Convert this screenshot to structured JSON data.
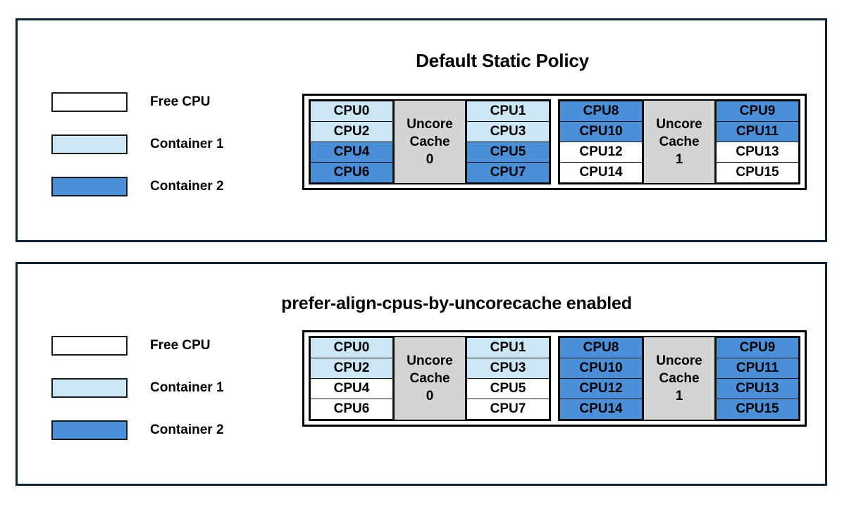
{
  "legend": {
    "items": [
      {
        "label": "Free CPU",
        "swatch": "free",
        "color": "#ffffff"
      },
      {
        "label": "Container 1",
        "swatch": "c1",
        "color": "#cbe7f5"
      },
      {
        "label": "Container 2",
        "swatch": "c2",
        "color": "#4a90d9"
      }
    ]
  },
  "colors": {
    "free_cpu": "#ffffff",
    "container_1": "#cbe7f5",
    "container_2": "#4a90d9",
    "uncore_cache": "#d4d4d4",
    "panel_border": "#0d2436",
    "cell_border": "#111111"
  },
  "panels": [
    {
      "id": "default-static-policy",
      "title": "Default Static Policy",
      "cache_groups": [
        {
          "cache_name_line1": "Uncore",
          "cache_name_line2": "Cache",
          "cache_index": "0",
          "left_column": [
            {
              "label": "CPU0",
              "state": "c1"
            },
            {
              "label": "CPU2",
              "state": "c1"
            },
            {
              "label": "CPU4",
              "state": "c2"
            },
            {
              "label": "CPU6",
              "state": "c2"
            }
          ],
          "right_column": [
            {
              "label": "CPU1",
              "state": "c1"
            },
            {
              "label": "CPU3",
              "state": "c1"
            },
            {
              "label": "CPU5",
              "state": "c2"
            },
            {
              "label": "CPU7",
              "state": "c2"
            }
          ]
        },
        {
          "cache_name_line1": "Uncore",
          "cache_name_line2": "Cache",
          "cache_index": "1",
          "left_column": [
            {
              "label": "CPU8",
              "state": "c2"
            },
            {
              "label": "CPU10",
              "state": "c2"
            },
            {
              "label": "CPU12",
              "state": "free"
            },
            {
              "label": "CPU14",
              "state": "free"
            }
          ],
          "right_column": [
            {
              "label": "CPU9",
              "state": "c2"
            },
            {
              "label": "CPU11",
              "state": "c2"
            },
            {
              "label": "CPU13",
              "state": "free"
            },
            {
              "label": "CPU15",
              "state": "free"
            }
          ]
        }
      ]
    },
    {
      "id": "prefer-align-cpus-by-uncorecache-enabled",
      "title": "prefer-align-cpus-by-uncorecache enabled",
      "cache_groups": [
        {
          "cache_name_line1": "Uncore",
          "cache_name_line2": "Cache",
          "cache_index": "0",
          "left_column": [
            {
              "label": "CPU0",
              "state": "c1"
            },
            {
              "label": "CPU2",
              "state": "c1"
            },
            {
              "label": "CPU4",
              "state": "free"
            },
            {
              "label": "CPU6",
              "state": "free"
            }
          ],
          "right_column": [
            {
              "label": "CPU1",
              "state": "c1"
            },
            {
              "label": "CPU3",
              "state": "c1"
            },
            {
              "label": "CPU5",
              "state": "free"
            },
            {
              "label": "CPU7",
              "state": "free"
            }
          ]
        },
        {
          "cache_name_line1": "Uncore",
          "cache_name_line2": "Cache",
          "cache_index": "1",
          "left_column": [
            {
              "label": "CPU8",
              "state": "c2"
            },
            {
              "label": "CPU10",
              "state": "c2"
            },
            {
              "label": "CPU12",
              "state": "c2"
            },
            {
              "label": "CPU14",
              "state": "c2"
            }
          ],
          "right_column": [
            {
              "label": "CPU9",
              "state": "c2"
            },
            {
              "label": "CPU11",
              "state": "c2"
            },
            {
              "label": "CPU13",
              "state": "c2"
            },
            {
              "label": "CPU15",
              "state": "c2"
            }
          ]
        }
      ]
    }
  ]
}
